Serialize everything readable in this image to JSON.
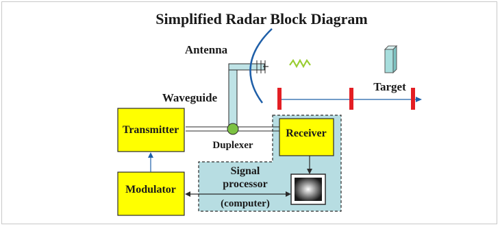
{
  "diagram": {
    "title": "Simplified Radar Block Diagram",
    "labels": {
      "antenna": "Antenna",
      "waveguide": "Waveguide",
      "duplexer": "Duplexer",
      "target": "Target",
      "signal_processor_line1": "Signal",
      "signal_processor_line2": "processor",
      "signal_processor_line3": "(computer)"
    },
    "blocks": {
      "transmitter": "Transmitter",
      "receiver": "Receiver",
      "modulator": "Modulator"
    },
    "colors": {
      "block_fill": "#ffff00",
      "processor_fill": "#b7dde2",
      "waveguide_fill": "#bfe3e6",
      "duplexer_fill": "#7cc242",
      "antenna_blue": "#1f5fa8",
      "signal_green": "#9acd32",
      "pulse_red": "#e31e24",
      "target_fill": "#a7dedd"
    }
  }
}
